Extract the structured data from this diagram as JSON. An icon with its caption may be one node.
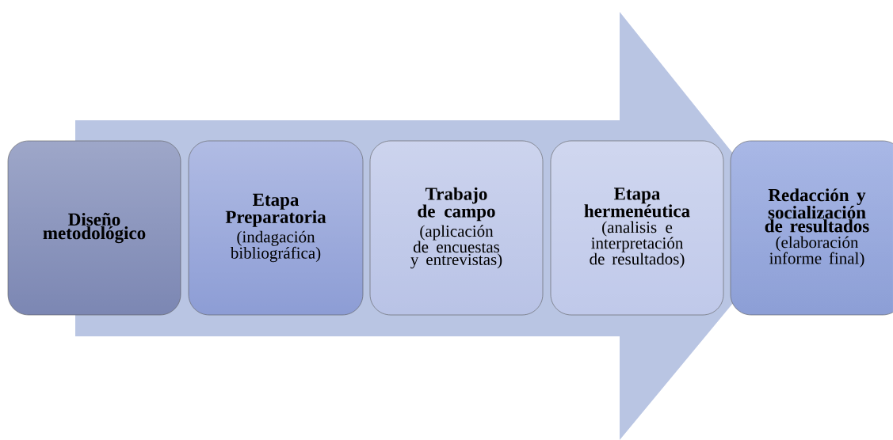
{
  "diagram": {
    "nodes": [
      {
        "text": [
          "Diseño metodológico"
        ]
      },
      {
        "text": [
          "Etapa Preparatoria",
          "(indagación bibliográfica)"
        ]
      },
      {
        "text": [
          "Trabajo de campo",
          "(aplicación de encuestas y entrevistas)"
        ]
      },
      {
        "text": [
          "Etapa hermenéutica",
          "(analisis e interpretación de resultados)"
        ]
      },
      {
        "text": [
          "Redacción y socialización de resultados",
          "(elaboración informe final)"
        ]
      }
    ],
    "edges": [
      {
        "from": 0,
        "to": 4,
        "arrow": "to"
      }
    ]
  }
}
